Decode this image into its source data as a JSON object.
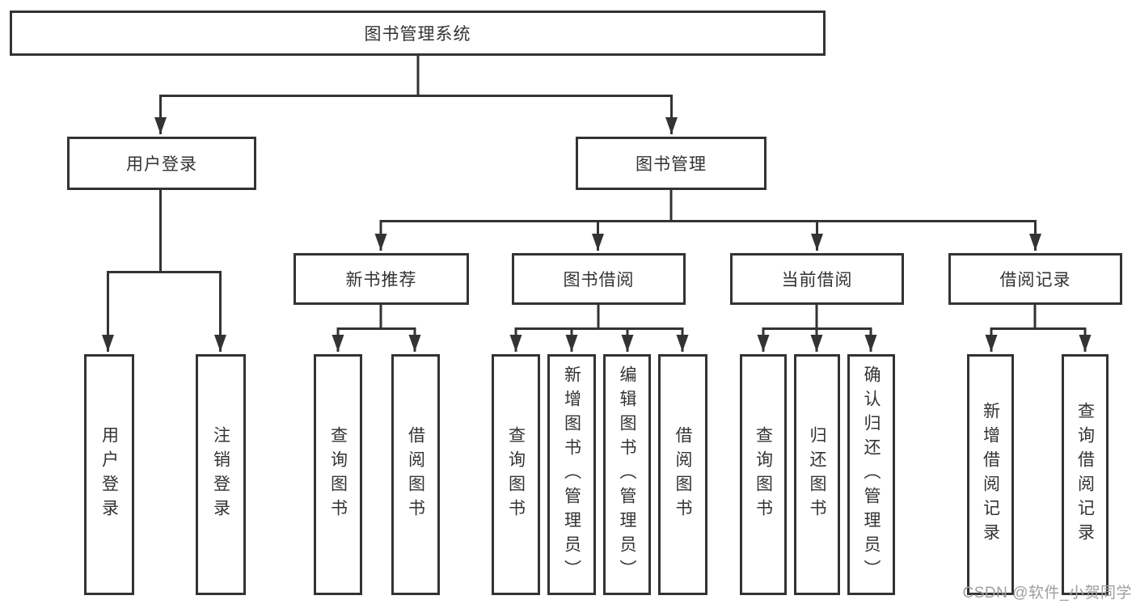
{
  "colors": {
    "line": "#333333",
    "box_border": "#333333",
    "text": "#333333",
    "background": "#ffffff",
    "watermark": "#9e9e9e"
  },
  "watermark": "CSDN @软件_小贺同学",
  "tree": {
    "root": {
      "label": "图书管理系统"
    },
    "branches": [
      {
        "label": "用户登录",
        "children": [
          {
            "label": "用户登录"
          },
          {
            "label": "注销登录"
          }
        ]
      },
      {
        "label": "图书管理",
        "sections": [
          {
            "label": "新书推荐",
            "children": [
              {
                "label": "查询图书"
              },
              {
                "label": "借阅图书"
              }
            ]
          },
          {
            "label": "图书借阅",
            "children": [
              {
                "label": "查询图书"
              },
              {
                "label": "新增图书（管理员）"
              },
              {
                "label": "编辑图书（管理员）"
              },
              {
                "label": "借阅图书"
              }
            ]
          },
          {
            "label": "当前借阅",
            "children": [
              {
                "label": "查询图书"
              },
              {
                "label": "归还图书"
              },
              {
                "label": "确认归还（管理员）"
              }
            ]
          },
          {
            "label": "借阅记录",
            "children": [
              {
                "label": "新增借阅记录"
              },
              {
                "label": "查询借阅记录"
              }
            ]
          }
        ]
      }
    ]
  }
}
